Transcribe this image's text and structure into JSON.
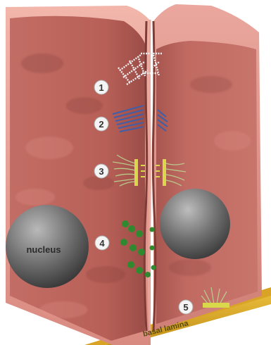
{
  "labels": {
    "nucleus": "nucleus",
    "basal_lamina": "basal lamina"
  },
  "markers": [
    "1",
    "2",
    "3",
    "4",
    "5"
  ],
  "colors": {
    "cell_outer": "#c9786f",
    "cell_inner": "#b5605a",
    "cell_highlight": "#e9a79d",
    "cell_dark": "#8e4540",
    "nucleus_light": "#a8a8a8",
    "nucleus_dark": "#3c3c3c",
    "basal_lamina": "#e0ae2a",
    "tight_junction": "#e8e8e8",
    "adherens_junction": "#3f5fa8",
    "desmosome_plate": "#d8d84a",
    "desmosome_fibers": "#b8c98a",
    "gap_junction": "#2f8a2f",
    "marker_fill": "#f4f4f4"
  }
}
